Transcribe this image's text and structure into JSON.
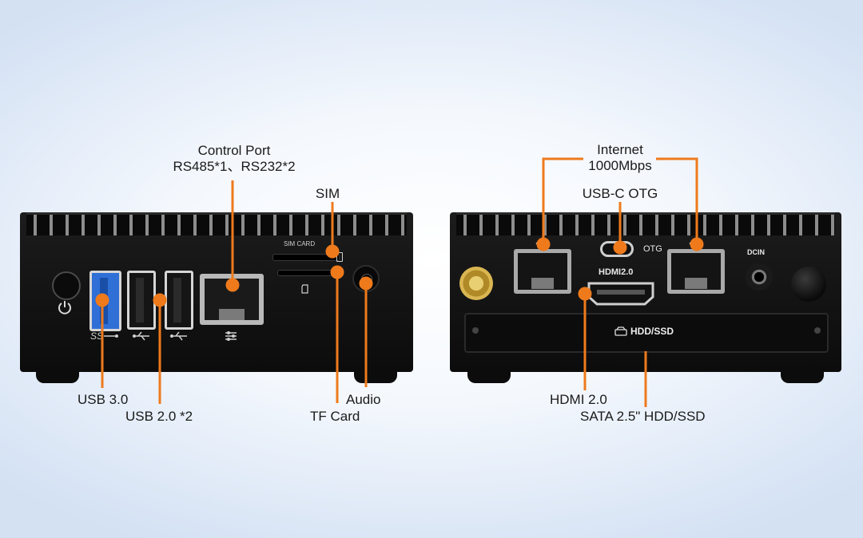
{
  "labels": {
    "control_port_title": "Control Port",
    "control_port_detail": "RS485*1、RS232*2",
    "sim": "SIM",
    "usb3": "USB 3.0",
    "usb2": "USB 2.0 *2",
    "audio": "Audio",
    "tf_card": "TF Card",
    "internet_title": "Internet",
    "internet_detail": "1000Mbps",
    "usbc_otg": "USB-C OTG",
    "hdmi": "HDMI 2.0",
    "sata": "SATA 2.5\" HDD/SSD"
  },
  "panel_text": {
    "sim_card": "SIM CARD",
    "otg": "OTG",
    "hdmi": "HDMI2.0",
    "dcin": "DCIN",
    "hdd_ssd": "HDD/SSD"
  },
  "icons": [
    "power-icon",
    "usb-ss-icon",
    "usb-icon",
    "serial-icon",
    "sd-icon",
    "lan-icon",
    "hdd-icon"
  ],
  "colors": {
    "callout": "#ee7a1c",
    "device": "#121212",
    "usb3_port": "#2f6fd6",
    "antenna": "#c9a336"
  }
}
